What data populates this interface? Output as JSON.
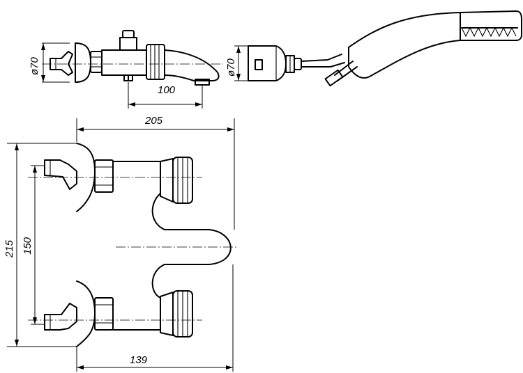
{
  "dimensions": {
    "front_diameter": "ø70",
    "spout_reach": "100",
    "side_diameter": "ø70",
    "overall_width": "205",
    "overall_height": "215",
    "inlet_centers": "150",
    "wall_to_spout_axis": "139"
  }
}
